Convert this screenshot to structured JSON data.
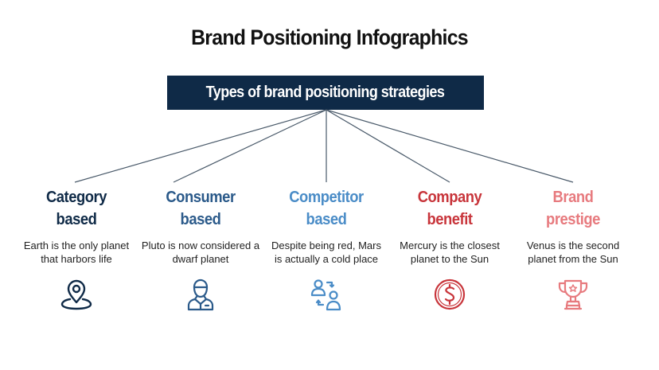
{
  "title": "Brand Positioning Infographics",
  "banner": {
    "label": "Types of brand positioning strategies",
    "color": "#0f2a47"
  },
  "connector_color": "#4a5a6a",
  "strategies": [
    {
      "heading_line1": "Category",
      "heading_line2": "based",
      "description": "Earth is the only planet that harbors life",
      "icon": "location-pin-icon",
      "color": "#0f2a47"
    },
    {
      "heading_line1": "Consumer",
      "heading_line2": "based",
      "description": "Pluto is now considered a dwarf planet",
      "icon": "consumer-person-icon",
      "color": "#2b5a8a"
    },
    {
      "heading_line1": "Competitor",
      "heading_line2": "based",
      "description": "Despite being red, Mars is actually a cold place",
      "icon": "competitor-exchange-icon",
      "color": "#4a8cc7"
    },
    {
      "heading_line1": "Company",
      "heading_line2": "benefit",
      "description": "Mercury is the closest planet to the Sun",
      "icon": "dollar-coin-icon",
      "color": "#c8353b"
    },
    {
      "heading_line1": "Brand",
      "heading_line2": "prestige",
      "description": "Venus is the second planet from the Sun",
      "icon": "trophy-icon",
      "color": "#e77a7e"
    }
  ]
}
